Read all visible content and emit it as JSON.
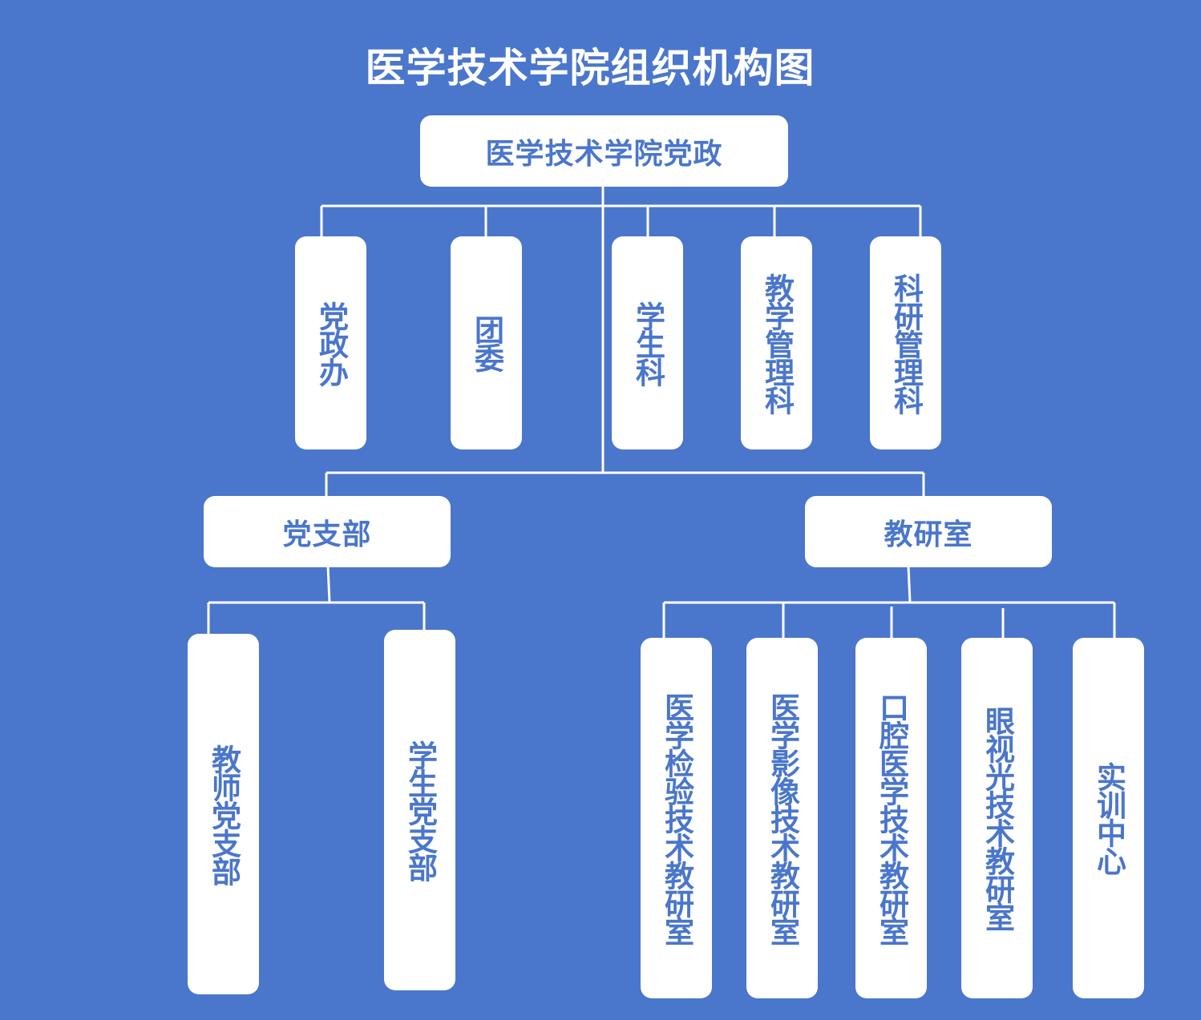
{
  "title": "医学技术学院组织机构图",
  "root": "医学技术学院党政",
  "offices": [
    "党政办",
    "团委",
    "学生科",
    "教学管理科",
    "科研管理科"
  ],
  "branches": {
    "party_branch": {
      "label": "党支部",
      "children": [
        "教师党支部",
        "学生党支部"
      ]
    },
    "teaching_office": {
      "label": "教研室",
      "children": [
        "医学检验技术教研室",
        "医学影像技术教研室",
        "口腔医学技术教研室",
        "眼视光技术教研室",
        "实训中心"
      ]
    }
  },
  "colors": {
    "background": "#4a76cc",
    "box": "#ffffff",
    "text_on_box": "#4a76cc",
    "title": "#ffffff",
    "connector": "#ffffff"
  }
}
